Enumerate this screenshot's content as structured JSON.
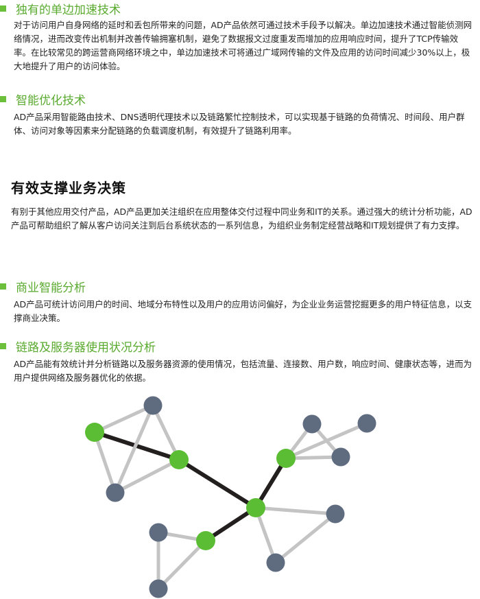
{
  "sections": {
    "single_side_accel": {
      "heading": "独有的单边加速技术",
      "body": "对于访问用户自身网络的延时和丢包所带来的问题，AD产品依然可通过技术手段予以解决。单边加速技术通过智能侦测网络情况，进而改变传出机制并改善传输拥塞机制，避免了数据报文过度重发而增加的应用响应时间，提升了TCP传输效率。在比较常见的跨运营商网络环境之中，单边加速技术可将通过广域网传输的文件及应用的访问时间减少30%以上，极大地提升了用户的访问体验。"
    },
    "smart_optimization": {
      "heading": "智能优化技术",
      "body": "AD产品采用智能路由技术、DNS透明代理技术以及链路繁忙控制技术，可以实现基于链路的负荷情况、时间段、用户群体、访问对象等因素来分配链路的负载调度机制，有效提升了链路利用率。"
    },
    "business_support": {
      "title": "有效支撑业务决策",
      "body": "有别于其他应用交付产品，AD产品更加关注组织在应用整体交付过程中同业务和IT的关系。通过强大的统计分析功能，AD产品可帮助组织了解从客户访问关注到后台系统状态的一系列信息，为组织业务制定经营战略和IT规划提供了有力支撑。"
    },
    "business_intelligence": {
      "heading": "商业智能分析",
      "body": "AD产品可统计访问用户的时间、地域分布特性以及用户的应用访问偏好，为企业业务运营挖掘更多的用户特征信息，以支撑商业决策。"
    },
    "usage_analysis": {
      "heading": "链路及服务器使用状况分析",
      "body": "AD产品能有效统计并分析链路以及服务器资源的使用情况，包括流量、连接数、用户数，响应时间、健康状态等，进而为用户提供网络及服务器优化的依据。"
    }
  },
  "colors": {
    "accent_green": "#5aaa2f",
    "node_green": "#5bbd33",
    "node_gray": "#5f6c80",
    "edge_light": "#c4c4c4",
    "edge_dark": "#231f1e"
  },
  "network_graph": {
    "nodes": [
      {
        "id": "g1",
        "type": "green"
      },
      {
        "id": "g2",
        "type": "green"
      },
      {
        "id": "g3",
        "type": "green"
      },
      {
        "id": "g4",
        "type": "green"
      },
      {
        "id": "g5",
        "type": "green"
      },
      {
        "id": "n1",
        "type": "gray"
      },
      {
        "id": "n2",
        "type": "gray"
      },
      {
        "id": "n3",
        "type": "gray"
      },
      {
        "id": "n4",
        "type": "gray"
      },
      {
        "id": "n5",
        "type": "gray"
      },
      {
        "id": "n6",
        "type": "gray"
      },
      {
        "id": "n7",
        "type": "gray"
      },
      {
        "id": "n8",
        "type": "gray"
      },
      {
        "id": "n9",
        "type": "gray"
      }
    ],
    "edges": [
      {
        "from": "g1",
        "to": "g2",
        "style": "dark"
      },
      {
        "from": "g2",
        "to": "g3",
        "style": "dark"
      },
      {
        "from": "g3",
        "to": "g4",
        "style": "dark"
      },
      {
        "from": "g3",
        "to": "g5",
        "style": "dark"
      },
      {
        "from": "g1",
        "to": "n1",
        "style": "light"
      },
      {
        "from": "g1",
        "to": "n2",
        "style": "light"
      },
      {
        "from": "g2",
        "to": "n1",
        "style": "light"
      },
      {
        "from": "g2",
        "to": "n2",
        "style": "light"
      },
      {
        "from": "n1",
        "to": "n2",
        "style": "light"
      },
      {
        "from": "g4",
        "to": "n3",
        "style": "light"
      },
      {
        "from": "g4",
        "to": "n4",
        "style": "light"
      },
      {
        "from": "g4",
        "to": "n5",
        "style": "light"
      },
      {
        "from": "n3",
        "to": "n5",
        "style": "light"
      },
      {
        "from": "g3",
        "to": "n6",
        "style": "light"
      },
      {
        "from": "g3",
        "to": "n7",
        "style": "light"
      },
      {
        "from": "n6",
        "to": "n7",
        "style": "light"
      },
      {
        "from": "g5",
        "to": "n8",
        "style": "light"
      },
      {
        "from": "g5",
        "to": "n9",
        "style": "light"
      },
      {
        "from": "n8",
        "to": "n9",
        "style": "light"
      }
    ]
  }
}
